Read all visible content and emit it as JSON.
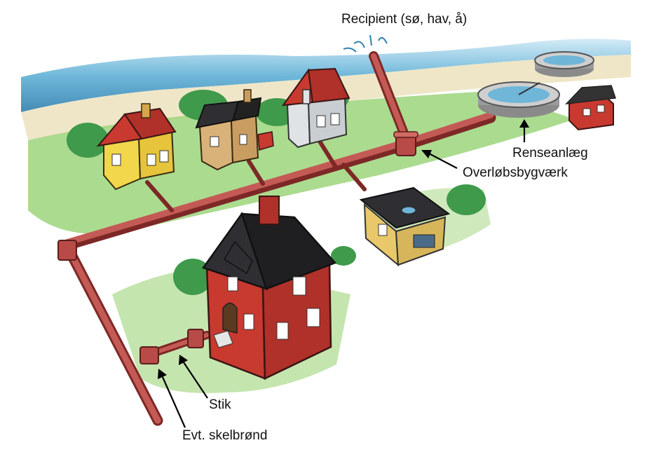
{
  "labels": {
    "recipient": "Recipient (sø, hav, å)",
    "renseanlaeg": "Renseanlæg",
    "overlobsbygvaerk": "Overløbsbygværk",
    "stik": "Stik",
    "skelbrond": "Evt. skelbrønd"
  },
  "colors": {
    "pipe": "#b84a47",
    "pipe_dark": "#7d2826",
    "sea": "#5fb0d6",
    "sand": "#efe6c8",
    "grass": "#7fbf5a",
    "house_red": "#c8392f",
    "house_yellow": "#f2d64b",
    "house_tan": "#d9b27a",
    "roof_dark": "#2f2f33"
  }
}
